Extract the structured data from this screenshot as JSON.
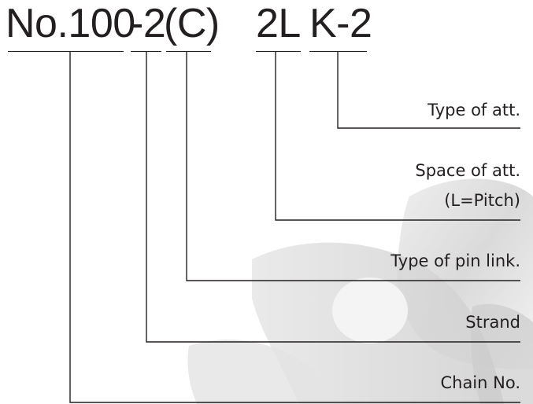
{
  "code": {
    "chain_no": "No.100",
    "dash_strand": "-2",
    "pin_link": "(C)",
    "space": "2L",
    "attachment": "K-2"
  },
  "labels": {
    "type_of_att": "Type of att.",
    "space_of_att_line1": "Space of att.",
    "space_of_att_line2": "(L=Pitch)",
    "type_of_pin_link": "Type of pin link.",
    "strand": "Strand",
    "chain_no": "Chain No."
  },
  "colors": {
    "ink": "#231f20",
    "background_art": "#d9d9d9"
  }
}
